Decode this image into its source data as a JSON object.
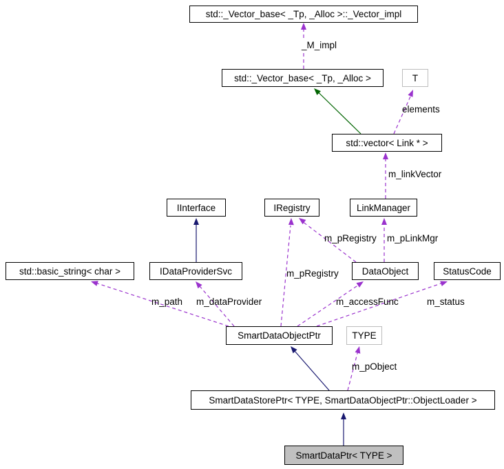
{
  "diagram": {
    "type": "uml-collaboration-graph",
    "focus_node": "SmartDataPtr< TYPE >",
    "colors": {
      "usage_edge": "#9a32cd",
      "public_inheritance_edge": "#191970",
      "protected_inheritance_edge": "#006400",
      "node_border": "#000000",
      "template_param_border": "#bcbcbc",
      "focus_node_fill": "#c0c0c0",
      "background": "#ffffff"
    },
    "nodes": {
      "vector_impl": {
        "label": "std::_Vector_base< _Tp, _Alloc >::_Vector_impl"
      },
      "vector_base": {
        "label": "std::_Vector_base< _Tp, _Alloc >"
      },
      "t": {
        "label": "T"
      },
      "vector_link": {
        "label": "std::vector< Link * >"
      },
      "iinterface": {
        "label": "IInterface"
      },
      "iregistry": {
        "label": "IRegistry"
      },
      "linkmanager": {
        "label": "LinkManager"
      },
      "basic_string": {
        "label": "std::basic_string< char >"
      },
      "idataprovidersvc": {
        "label": "IDataProviderSvc"
      },
      "dataobject": {
        "label": "DataObject"
      },
      "statuscode": {
        "label": "StatusCode"
      },
      "smartdataobjectptr": {
        "label": "SmartDataObjectPtr"
      },
      "type": {
        "label": "TYPE"
      },
      "smartdatastoreptr": {
        "label": "SmartDataStorePtr< TYPE, SmartDataObjectPtr::ObjectLoader >"
      },
      "smartdataptr": {
        "label": "SmartDataPtr< TYPE >"
      }
    },
    "edges": {
      "m_impl": {
        "label": "_M_impl",
        "from": "vector_base",
        "to": "vector_impl",
        "kind": "usage"
      },
      "elements": {
        "label": "elements",
        "from": "vector_link",
        "to": "t",
        "kind": "usage"
      },
      "vector_inherit": {
        "label": "",
        "from": "vector_link",
        "to": "vector_base",
        "kind": "protected-inheritance"
      },
      "m_link_vector": {
        "label": "m_linkVector",
        "from": "linkmanager",
        "to": "vector_link",
        "kind": "usage"
      },
      "m_p_registry_dataobj": {
        "label": "m_pRegistry",
        "from": "dataobject",
        "to": "iregistry",
        "kind": "usage"
      },
      "m_p_link_mgr": {
        "label": "m_pLinkMgr",
        "from": "dataobject",
        "to": "linkmanager",
        "kind": "usage"
      },
      "idataprovider_inherit": {
        "label": "",
        "from": "idataprovidersvc",
        "to": "iinterface",
        "kind": "public-inheritance"
      },
      "m_p_registry_smart": {
        "label": "m_pRegistry",
        "from": "smartdataobjectptr",
        "to": "iregistry",
        "kind": "usage"
      },
      "m_path": {
        "label": "m_path",
        "from": "smartdataobjectptr",
        "to": "basic_string",
        "kind": "usage"
      },
      "m_data_provider": {
        "label": "m_dataProvider",
        "from": "smartdataobjectptr",
        "to": "idataprovidersvc",
        "kind": "usage"
      },
      "m_access_func": {
        "label": "m_accessFunc",
        "from": "smartdataobjectptr",
        "to": "dataobject",
        "kind": "usage"
      },
      "m_status": {
        "label": "m_status",
        "from": "smartdataobjectptr",
        "to": "statuscode",
        "kind": "usage"
      },
      "storeptr_inherit": {
        "label": "",
        "from": "smartdatastoreptr",
        "to": "smartdataobjectptr",
        "kind": "public-inheritance"
      },
      "m_p_object": {
        "label": "m_pObject",
        "from": "smartdatastoreptr",
        "to": "type",
        "kind": "usage"
      },
      "smartdataptr_inherit": {
        "label": "",
        "from": "smartdataptr",
        "to": "smartdatastoreptr",
        "kind": "public-inheritance"
      }
    }
  }
}
